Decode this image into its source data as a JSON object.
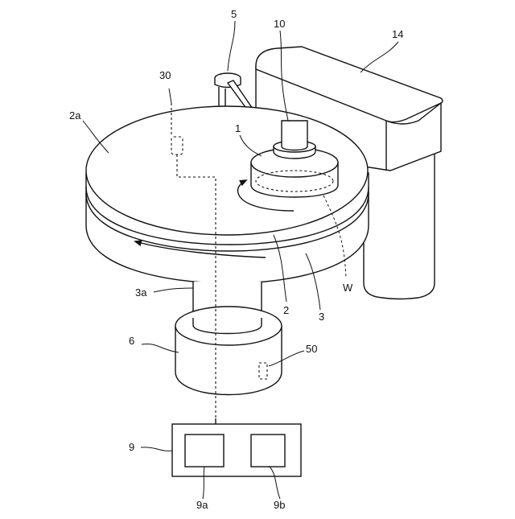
{
  "figure": {
    "labels": {
      "robot_arm": "14",
      "nozzle": "5",
      "spindle": "10",
      "sensor_top": "30",
      "platen_surface": "2a",
      "polishing_head": "1",
      "rotary_shaft": "3a",
      "motor": "6",
      "torque_sensor": "50",
      "controller": "9",
      "controller_unit_a": "9a",
      "controller_unit_b": "9b",
      "polishing_pad": "2",
      "platen": "3",
      "wafer": "W"
    }
  }
}
